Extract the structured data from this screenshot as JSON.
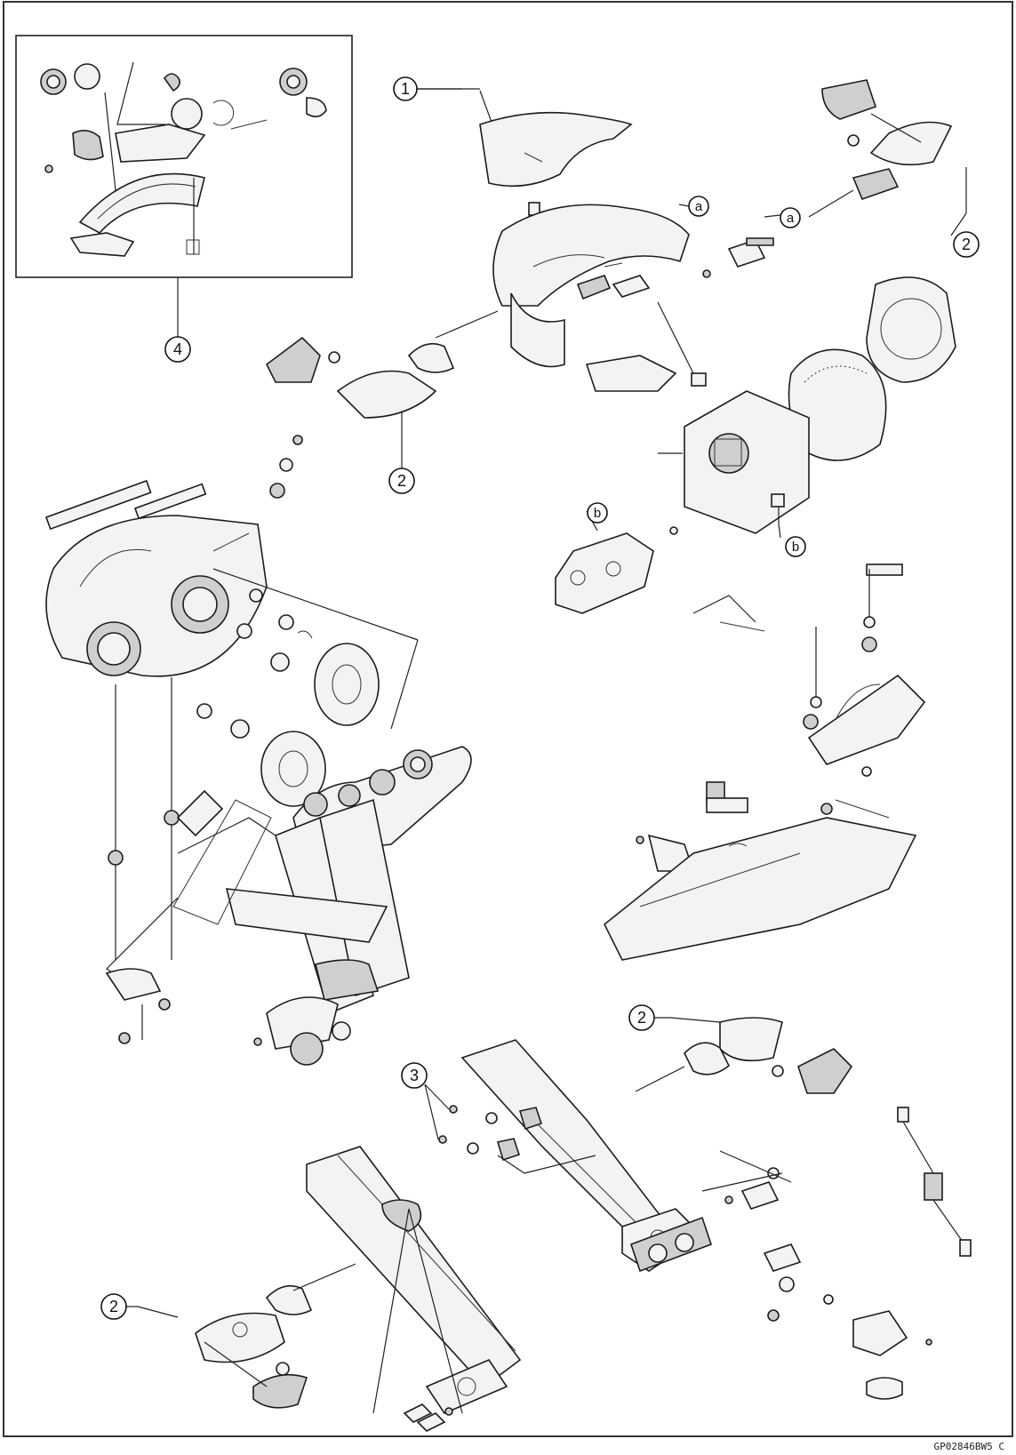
{
  "diagram": {
    "callouts": [
      {
        "id": "c1",
        "label": "1"
      },
      {
        "id": "c2a",
        "label": "2"
      },
      {
        "id": "c2b",
        "label": "2"
      },
      {
        "id": "c2c",
        "label": "2"
      },
      {
        "id": "c2d",
        "label": "2"
      },
      {
        "id": "c3",
        "label": "3"
      },
      {
        "id": "c4",
        "label": "4"
      }
    ],
    "reference_letters": [
      {
        "id": "a1",
        "label": "a"
      },
      {
        "id": "a2",
        "label": "a"
      },
      {
        "id": "b1",
        "label": "b"
      },
      {
        "id": "b2",
        "label": "b"
      }
    ],
    "figure_code": "GP02846BW5 C"
  }
}
